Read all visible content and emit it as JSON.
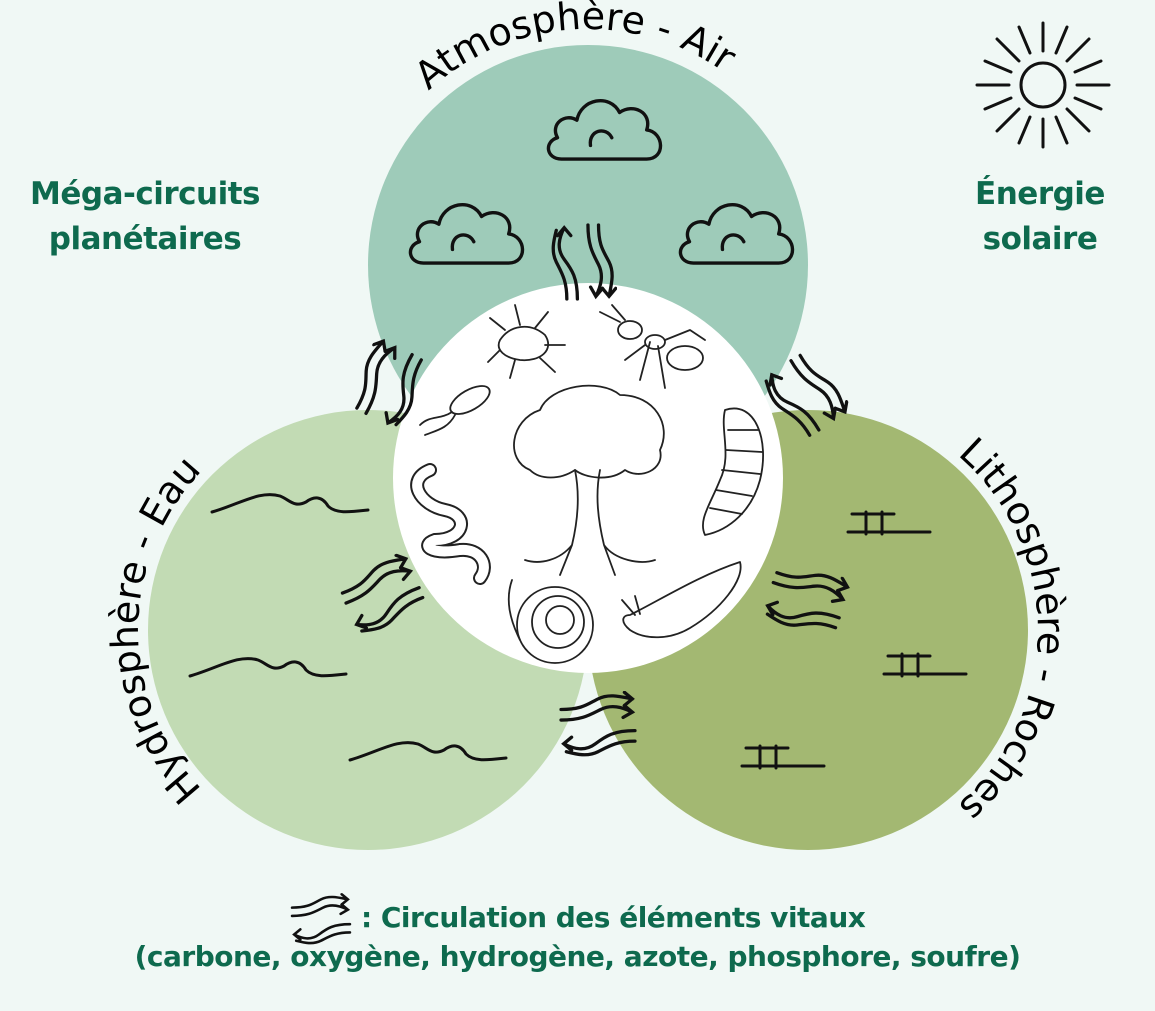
{
  "labels": {
    "mega_circuits_line1": "Méga-circuits",
    "mega_circuits_line2": "planétaires",
    "energy_line1": "Énergie",
    "energy_line2": "solaire"
  },
  "spheres": {
    "atmosphere": "Atmosphère - Air",
    "hydrosphere": "Hydrosphère - Eau",
    "lithosphere": "Lithosphère - Roches"
  },
  "legend": {
    "line1": ": Circulation des éléments vitaux",
    "line2": "(carbone, oxygène, hydrogène, azote, phosphore, soufre)"
  },
  "colors": {
    "background": "#f0f8f5",
    "atmosphere": "#9ecbb9",
    "hydrosphere": "#c2dbb4",
    "lithosphere": "#a3b872",
    "biosphere": "#ffffff",
    "text": "#0e6a4e"
  }
}
